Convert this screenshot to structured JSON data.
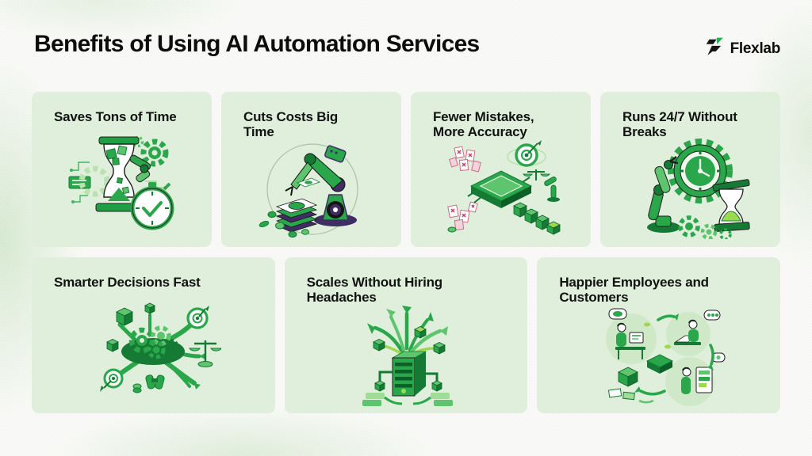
{
  "page": {
    "title": "Benefits of Using AI Automation Services"
  },
  "brand": {
    "name": "Flexlab",
    "icon": "flexlab-arrow-bolt-icon"
  },
  "cards": [
    {
      "title": "Saves Tons of Time",
      "illustration": "hourglass-stopwatch-gears-illustration"
    },
    {
      "title": "Cuts Costs Big Time",
      "illustration": "robot-arm-money-stack-illustration"
    },
    {
      "title": "Fewer Mistakes, More Accuracy",
      "illustration": "chip-target-error-docs-illustration"
    },
    {
      "title": "Runs 24/7 Without Breaks",
      "illustration": "robot-arm-clock-hourglass-illustration"
    },
    {
      "title": "Smarter Decisions Fast",
      "illustration": "gear-brain-arrows-illustration"
    },
    {
      "title": "Scales Without Hiring Headaches",
      "illustration": "server-growth-tree-illustration"
    },
    {
      "title": "Happier Employees and Customers",
      "illustration": "people-collaboration-illustration"
    }
  ],
  "colors": {
    "page_background": "#fbfcf9",
    "card_background": "#e0efdb",
    "text": "#121212",
    "green_primary": "#29a74a",
    "green_dark": "#157a34",
    "green_light": "#5ec46d",
    "green_pale": "#cfe9c8",
    "sand_green": "#9cd94f",
    "purple_accent": "#3f2d63",
    "pink_accent": "#d06a86",
    "red_accent": "#c43b5a",
    "outline": "#1f1f1f"
  }
}
